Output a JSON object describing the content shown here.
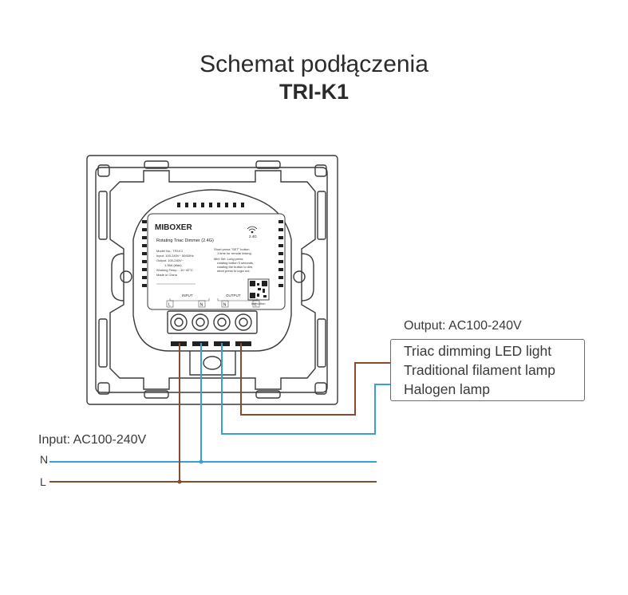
{
  "title": "Schemat podłączenia",
  "model": "TRI-K1",
  "output_label": "Output: AC100-240V",
  "loads": [
    "Triac dimming LED light",
    "Traditional filament lamp",
    "Halogen lamp"
  ],
  "input_label": "Input: AC100-240V",
  "wire_n": "N",
  "wire_l": "L",
  "device": {
    "brand": "MIBOXER",
    "product": "Rotating Triac Dimmer (2.4G)",
    "freq": "2.4G",
    "specs": [
      "Model No.: TRI-K1",
      "Input: 100-240V~ 50/60Hz",
      "Output: 100-240V~",
      "1.36A (Max)",
      "Working Temp.: -10~40°C",
      "Made in China"
    ],
    "notes": [
      "Short press \"SET\" button",
      "1 time for remote linking.",
      "Mini Set: Long press",
      "rotating button 5 seconds,",
      "rotating the button to dim,",
      "short press to login out."
    ],
    "terminal_input": "INPUT",
    "terminal_output": "OUTPUT",
    "terminals": [
      "L",
      "N",
      "N",
      "L"
    ],
    "qr_caption": "Instruction"
  },
  "colors": {
    "brown": "#8b4a2b",
    "blue": "#3a9fd6",
    "outline": "#3a3a3a"
  }
}
